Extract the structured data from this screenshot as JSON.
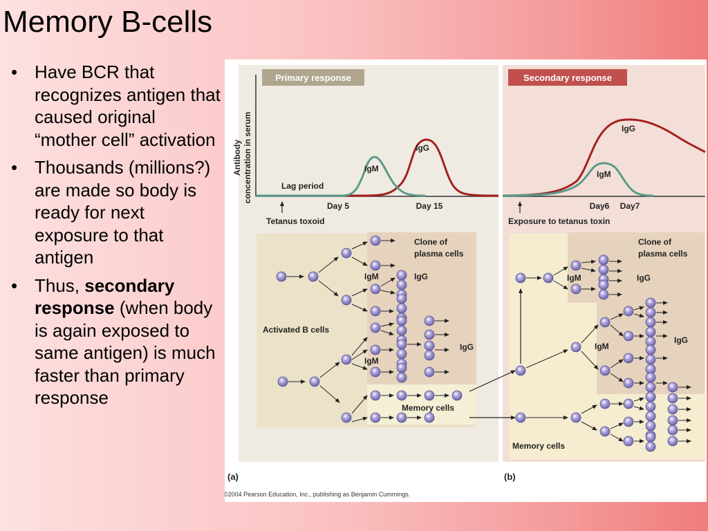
{
  "slide": {
    "title": "Memory B-cells",
    "bullets": [
      {
        "parts": [
          {
            "text": "Have BCR that recognizes antigen that caused original “mother cell” activation",
            "bold": false
          }
        ]
      },
      {
        "parts": [
          {
            "text": "Thousands (millions?) are made so body is ready for next exposure to that antigen",
            "bold": false
          }
        ]
      },
      {
        "parts": [
          {
            "text": "Thus, ",
            "bold": false
          },
          {
            "text": "secondary response",
            "bold": true
          },
          {
            "text": " (when body is again exposed to same antigen) is much faster than primary response",
            "bold": false
          }
        ]
      }
    ],
    "bullet_glyph": "•"
  },
  "figure": {
    "primary": {
      "header": "Primary response",
      "y_axis_label_1": "Antibody",
      "y_axis_label_2": "concentration in serum",
      "lag_label": "Lag period",
      "igm_label": "IgM",
      "igg_label": "IgG",
      "tick_day5": "Day 5",
      "tick_day15": "Day 15",
      "arrow_label": "Tetanus toxoid",
      "clone_label_1": "Clone of",
      "clone_label_2": "plasma cells",
      "igm_cells_label": "IgM",
      "igg_cells_label": "IgG",
      "igg_cells_label_2": "IgG",
      "igm_cells_label_2": "IgM",
      "activated_label": "Activated B cells",
      "memory_label": "Memory cells",
      "panel_letter": "(a)",
      "copyright": "©2004 Pearson Education, Inc., publishing as Benjamin Cummings."
    },
    "secondary": {
      "header": "Secondary response",
      "igg_label": "IgG",
      "igm_label": "IgM",
      "tick_day6": "Day6",
      "tick_day7": "Day7",
      "arrow_label": "Exposure to tetanus toxin",
      "clone_label_1": "Clone of",
      "clone_label_2": "plasma cells",
      "igm_cells_label": "IgM",
      "igg_cells_label": "IgG",
      "igm_cells_label_2": "IgM",
      "igg_cells_label_2": "IgG",
      "memory_label": "Memory cells",
      "panel_letter": "(b)"
    },
    "colors": {
      "primary_header_bg": "#b0a68e",
      "secondary_header_bg": "#c0504d",
      "igg_curve": "#a32020",
      "igm_curve": "#5a9a8a",
      "primary_panel_bg": "#efebe2",
      "secondary_panel_bg": "#f3dfd7",
      "clone_box_bg": "#e6d3bd",
      "activated_box_bg": "#ebe2c8",
      "memory_box_bg": "#f4efd5",
      "cell_fill": "#8c84c2"
    }
  }
}
